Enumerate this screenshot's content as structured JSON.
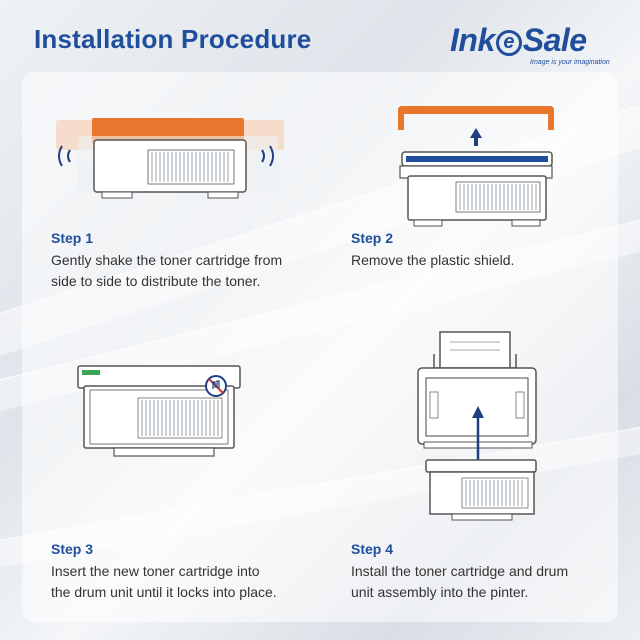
{
  "header": {
    "title": "Installation Procedure"
  },
  "logo": {
    "brand_part1": "Ink",
    "brand_part2": "Sale",
    "tagline": "Image is your imagination"
  },
  "steps": [
    {
      "label": "Step 1",
      "text_line1": "Gently shake the toner cartridge from",
      "text_line2": "side to side to distribute the toner.",
      "icon": "shake-cartridge-illustration"
    },
    {
      "label": "Step 2",
      "text_line1": "Remove the plastic shield.",
      "text_line2": "",
      "icon": "remove-shield-illustration"
    },
    {
      "label": "Step 3",
      "text_line1": "Insert the new toner cartridge into",
      "text_line2": "the drum unit until it locks into place.",
      "icon": "insert-cartridge-illustration"
    },
    {
      "label": "Step 4",
      "text_line1": "Install the toner cartridge and drum",
      "text_line2": "unit assembly  into the pinter.",
      "icon": "install-printer-illustration"
    }
  ],
  "colors": {
    "accent_blue": "#1f4e9c",
    "shield_orange": "#e8762c",
    "cartridge_grey": "#e9ecef",
    "outline": "#555555"
  }
}
